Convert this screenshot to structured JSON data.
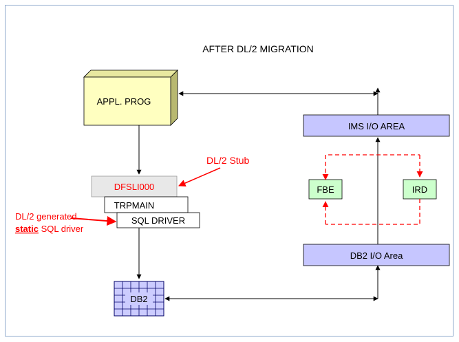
{
  "diagram": {
    "title": "AFTER DL/2 MIGRATION",
    "nodes": {
      "appl_prog": "APPL. PROG",
      "dfsli": "DFSLI000",
      "trpmain": "TRPMAIN",
      "sql_driver": "SQL DRIVER",
      "db2": "DB2",
      "ims_io": "IMS I/O AREA",
      "fbe": "FBE",
      "ird": "IRD",
      "db2_io": "DB2 I/O Area"
    },
    "annotations": {
      "stub": "DL/2 Stub",
      "generated_line1": "DL/2 generated",
      "generated_static": "static",
      "generated_rest": " SQL driver"
    },
    "colors": {
      "frame": "#8faacd",
      "appl_fill": "#ffffc0",
      "io_fill": "#c6c6ff",
      "module_fill": "#ccffcc",
      "stub_fill": "#e8e8e8",
      "red": "#ff0000",
      "db2_fill": "#ccccff"
    }
  }
}
